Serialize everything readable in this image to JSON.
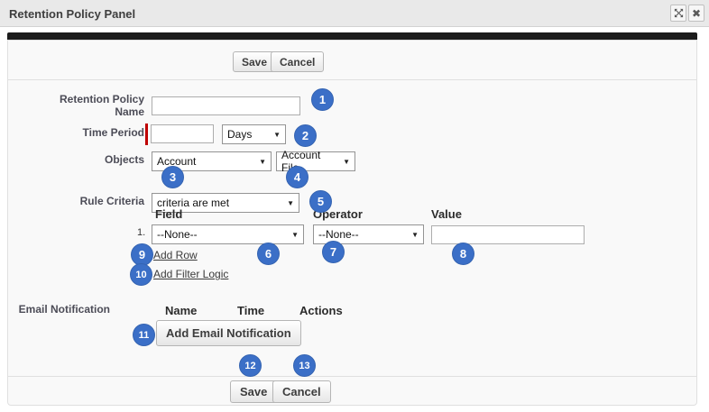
{
  "window": {
    "title": "Retention Policy Panel"
  },
  "icons": {
    "close_glyph": "✖",
    "dropdown_arrow": "▼"
  },
  "top_toolbar": {
    "save_label": "Save",
    "cancel_label": "Cancel"
  },
  "form": {
    "retention_policy_name": {
      "label": "Retention Policy Name",
      "value": "",
      "badge": "1"
    },
    "time_period": {
      "label": "Time Period",
      "value": "",
      "unit": "Days",
      "badge": "2"
    },
    "objects": {
      "label": "Objects",
      "object_selected": "Account",
      "object_badge": "3",
      "file_selected": "Account File",
      "file_badge": "4"
    },
    "rule_criteria": {
      "label": "Rule Criteria",
      "selected": "criteria are met",
      "badge": "5",
      "columns": {
        "field": "Field",
        "operator": "Operator",
        "value": "Value"
      },
      "rows": [
        {
          "index": "1.",
          "field": "--None--",
          "field_badge": "6",
          "operator": "--None--",
          "operator_badge": "7",
          "value": "",
          "value_badge": "8"
        }
      ],
      "add_row_label": "Add Row",
      "add_row_badge": "9",
      "add_filter_logic_label": "Add Filter Logic",
      "add_filter_logic_badge": "10"
    },
    "email_notification": {
      "label": "Email Notification",
      "columns": {
        "name": "Name",
        "time": "Time",
        "actions": "Actions"
      },
      "add_button_label": "Add Email Notification",
      "badge": "11"
    }
  },
  "bottom_toolbar": {
    "save_label": "Save",
    "save_badge": "12",
    "cancel_label": "Cancel",
    "cancel_badge": "13"
  },
  "colors": {
    "badge_blue": "#3b6fc7",
    "required_red": "#c00000",
    "top_bar_black": "#1c1c1c"
  }
}
